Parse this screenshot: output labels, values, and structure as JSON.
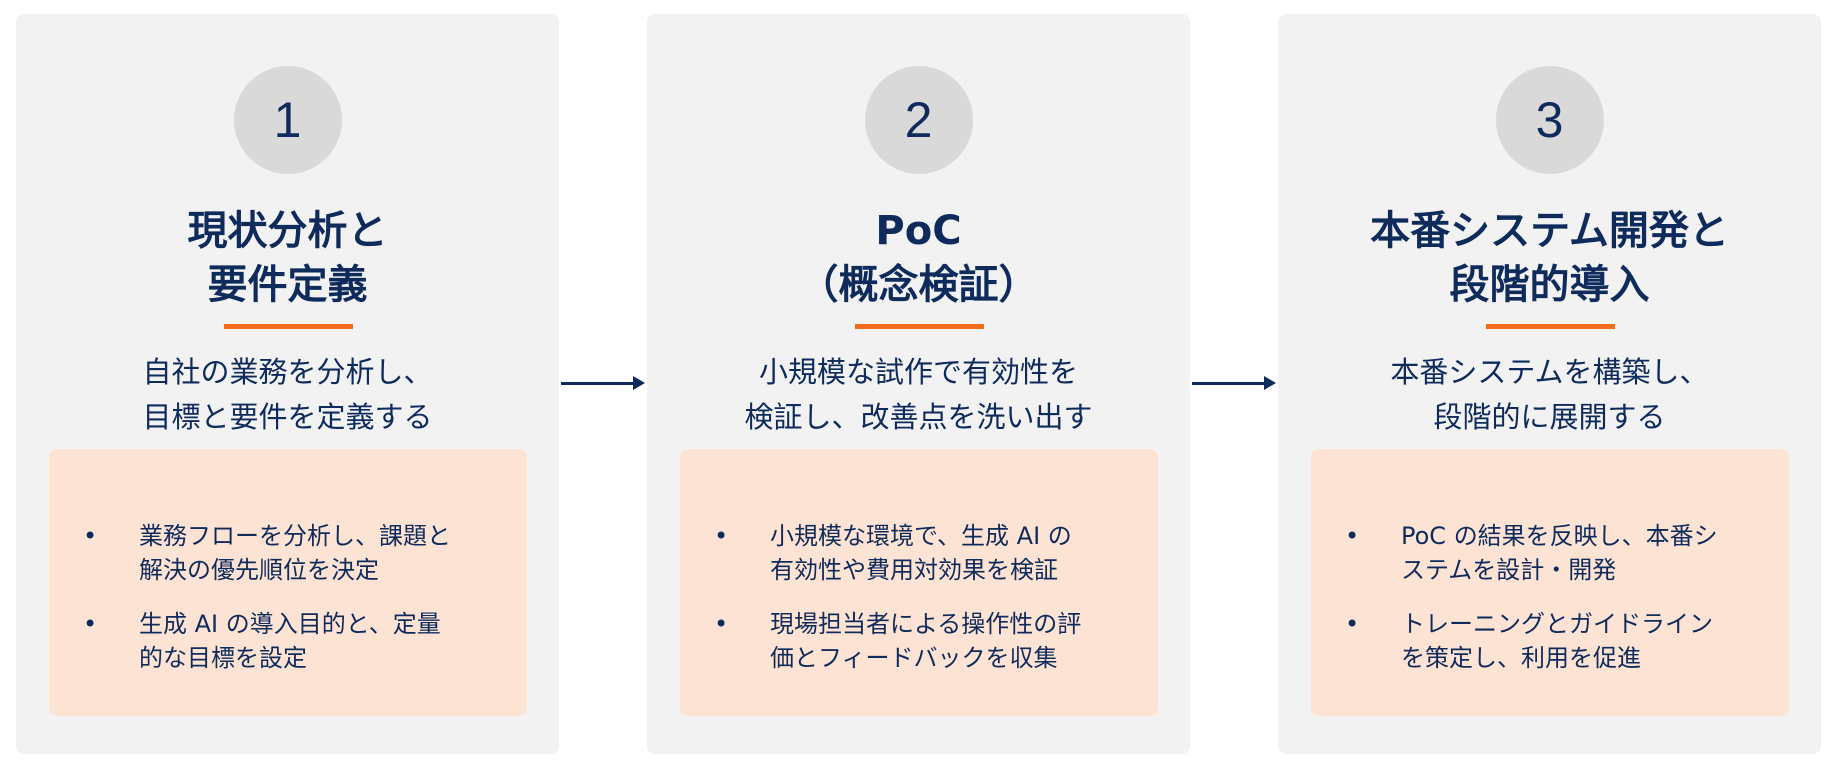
{
  "steps": [
    {
      "number": "1",
      "title": [
        "現状分析と",
        "要件定義"
      ],
      "description": [
        "自社の業務を分析し、",
        "目標と要件を定義する"
      ],
      "bullets": [
        [
          "業務フローを分析し、課題と",
          "解決の優先順位を決定"
        ],
        [
          "生成 AI の導入目的と、定量",
          "的な目標を設定"
        ]
      ]
    },
    {
      "number": "2",
      "title": [
        "PoC",
        "（概念検証）"
      ],
      "description": [
        "小規模な試作で有効性を",
        "検証し、改善点を洗い出す"
      ],
      "bullets": [
        [
          "小規模な環境で、生成 AI の",
          "有効性や費用対効果を検証"
        ],
        [
          "現場担当者による操作性の評",
          "価とフィードバックを収集"
        ]
      ]
    },
    {
      "number": "3",
      "title": [
        "本番システム開発と",
        "段階的導入"
      ],
      "description": [
        "本番システムを構築し、",
        "段階的に展開する"
      ],
      "bullets": [
        [
          "PoC の結果を反映し、本番シ",
          "ステムを設計・開発"
        ],
        [
          "トレーニングとガイドライン",
          "を策定し、利用を促進"
        ]
      ]
    }
  ],
  "bullet_symbol": "•",
  "colors": {
    "navy": "#0e2b5c",
    "accent": "#f26b1d",
    "card": "#f2f2f2",
    "box": "#fde3d3",
    "circle": "#d9d9d9"
  }
}
